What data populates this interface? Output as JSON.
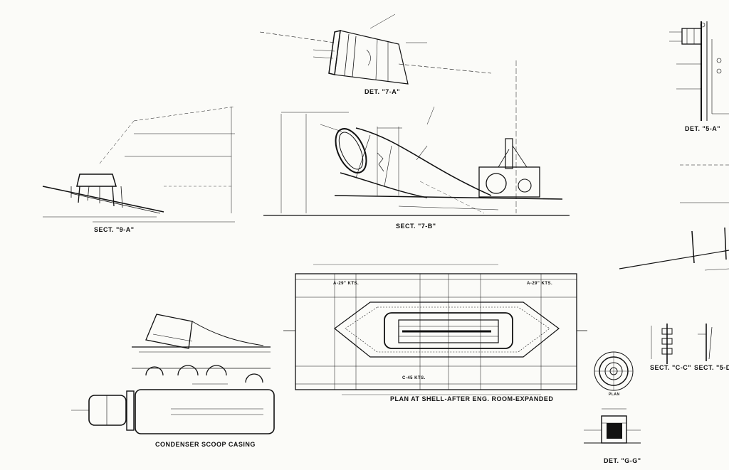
{
  "colors": {
    "ink": "#111111",
    "paper": "#fbfbf8"
  },
  "labels": {
    "det_7a": "DET. \"7-A\"",
    "det_5a": "DET. \"5-A\"",
    "sect_9a": "SECT. \"9-A\"",
    "sect_7b": "SECT. \"7-B\"",
    "plan": "PLAN AT SHELL-AFTER ENG. ROOM-EXPANDED",
    "casing": "CONDENSER SCOOP CASING",
    "sect_cc": "SECT. \"C-C\"",
    "sect_5d": "SECT. \"5-D\"",
    "det_g": "DET. \"G-G\"",
    "plan_small": "PLAN",
    "a_right": "A-29\" KTS.",
    "a_left": "A-29\" KTS.",
    "c_frame": "C-45 KTS."
  }
}
